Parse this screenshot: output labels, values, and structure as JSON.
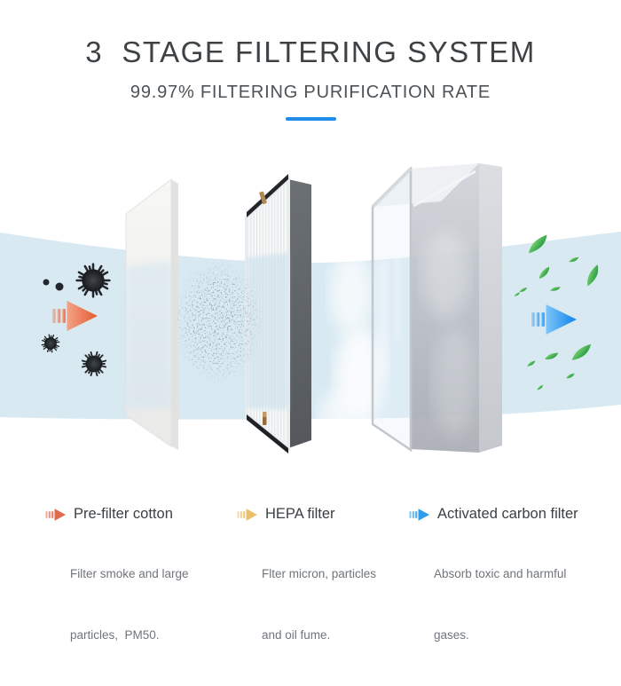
{
  "header": {
    "title": "3  STAGE FILTERING SYSTEM",
    "subtitle": "99.97% FILTERING PURIFICATION RATE",
    "accent_color": "#1e8ce8"
  },
  "scene": {
    "description": "three-stage air filter airflow illustration",
    "airflow_band_color": "#d8e9f2",
    "inflow_arrow_color": "#e55a31",
    "outflow_arrow_color": "#0f84ec",
    "leaf_color": "#0f8c2e",
    "stages": [
      "pre-filter cotton panel",
      "HEPA filter panel",
      "activated carbon filter box"
    ]
  },
  "legend": {
    "items": [
      {
        "title": "Pre-filter cotton",
        "desc_line1": "Filter smoke and large",
        "desc_line2": "particles,  PM50.",
        "icon": "arrow-right-icon",
        "icon_color": "#e06a4e"
      },
      {
        "title": "HEPA filter",
        "desc_line1": "Flter micron, particles",
        "desc_line2": "and oil fume.",
        "icon": "arrow-right-icon",
        "icon_color": "#eabf6e"
      },
      {
        "title": "Activated carbon filter",
        "desc_line1": "Absorb toxic and harmful",
        "desc_line2": "gases.",
        "icon": "arrow-right-icon",
        "icon_color": "#2e9ce9"
      }
    ]
  }
}
